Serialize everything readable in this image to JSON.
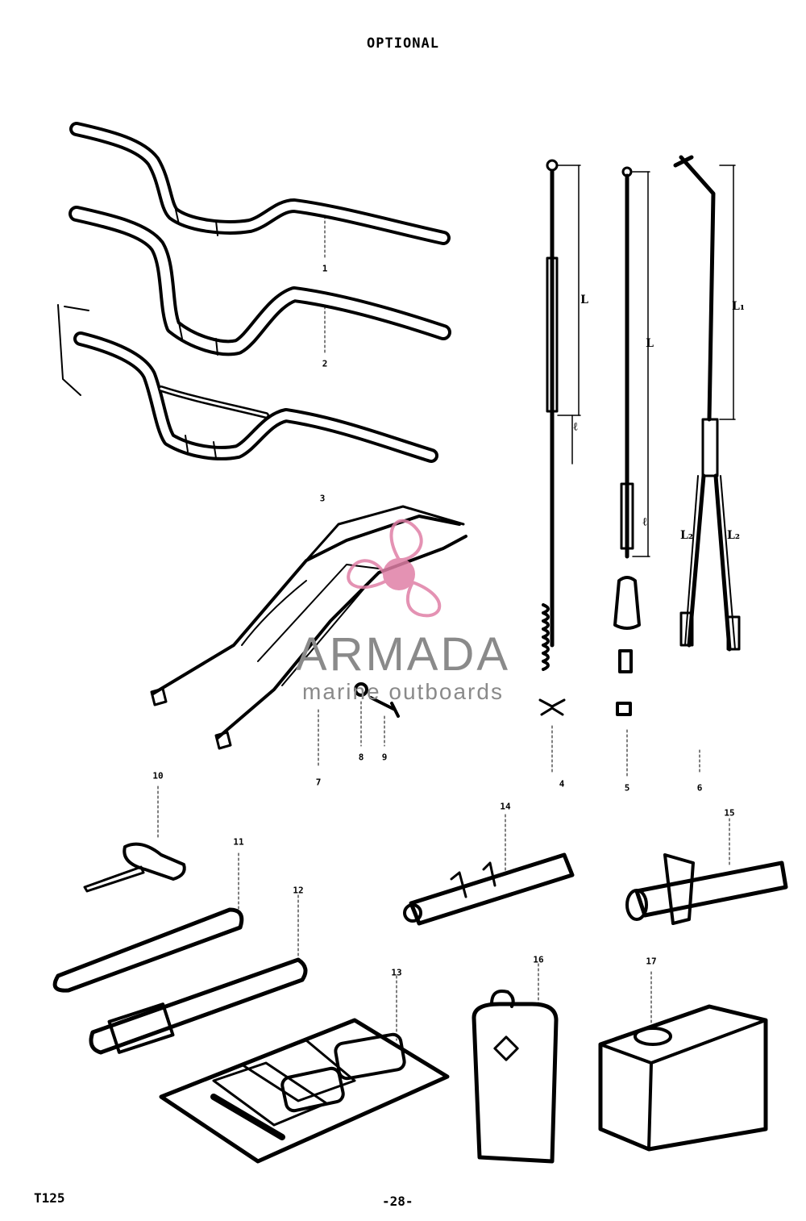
{
  "page": {
    "title": "OPTIONAL",
    "model": "T125",
    "page_number": "-28-"
  },
  "watermark": {
    "name": "ARMADA",
    "subtitle": "marine outboards",
    "color_text": "#8a8a8a",
    "color_accent": "#e07fa6",
    "icon": "propeller-logo-icon"
  },
  "colors": {
    "ink": "#000000",
    "paper": "#ffffff"
  },
  "part_labels": [
    "1",
    "2",
    "3",
    "4",
    "5",
    "6",
    "7",
    "8",
    "9",
    "10",
    "11",
    "12",
    "13",
    "14",
    "15",
    "16",
    "17"
  ],
  "dimension_labels": {
    "l": "L",
    "l1": "L₁",
    "l2": "L₂",
    "small_l": "ℓ"
  },
  "parts": [
    {
      "number": "1",
      "icon": "handlebar-icon"
    },
    {
      "number": "2",
      "icon": "handlebar-icon"
    },
    {
      "number": "3",
      "icon": "braced-handlebar-icon"
    },
    {
      "number": "4",
      "icon": "control-cable-icon"
    },
    {
      "number": "5",
      "icon": "control-cable-icon"
    },
    {
      "number": "6",
      "icon": "split-cable-icon"
    },
    {
      "number": "7",
      "icon": "rear-frame-icon"
    },
    {
      "number": "8",
      "icon": "nut-icon"
    },
    {
      "number": "9",
      "icon": "bolt-icon"
    },
    {
      "number": "10",
      "icon": "t-wrench-icon"
    },
    {
      "number": "11",
      "icon": "tool-bag-icon"
    },
    {
      "number": "12",
      "icon": "tire-pump-icon"
    },
    {
      "number": "13",
      "icon": "tool-kit-icon"
    },
    {
      "number": "14",
      "icon": "throttle-grip-icon"
    },
    {
      "number": "15",
      "icon": "throttle-grip-lever-icon"
    },
    {
      "number": "16",
      "icon": "oil-can-icon"
    },
    {
      "number": "17",
      "icon": "oil-tin-icon"
    }
  ]
}
